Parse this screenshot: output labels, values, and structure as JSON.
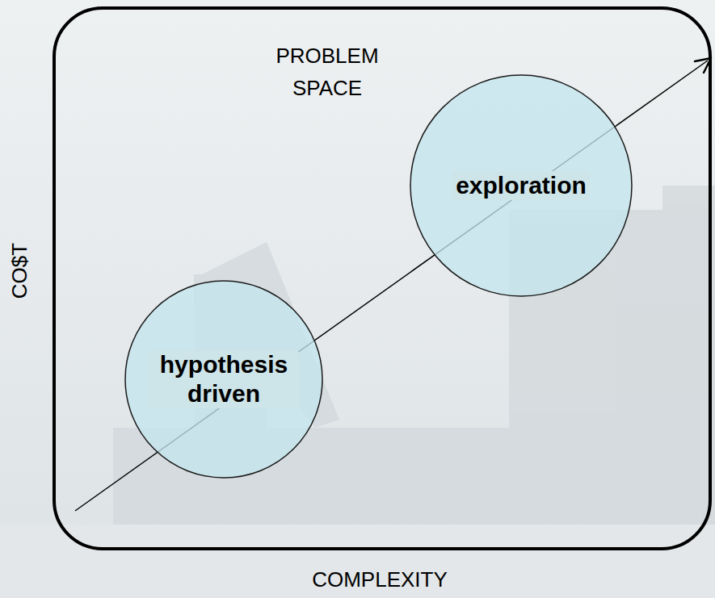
{
  "diagram": {
    "nodes": [
      {
        "text": [
          "PROBLEM SPACE"
        ]
      },
      {
        "text": [
          "exploration"
        ],
        "in": 0
      },
      {
        "text": [
          "hypothesis driven"
        ],
        "in": 0
      }
    ],
    "labels": [
      "CO$T",
      "COMPLEXITY"
    ]
  }
}
